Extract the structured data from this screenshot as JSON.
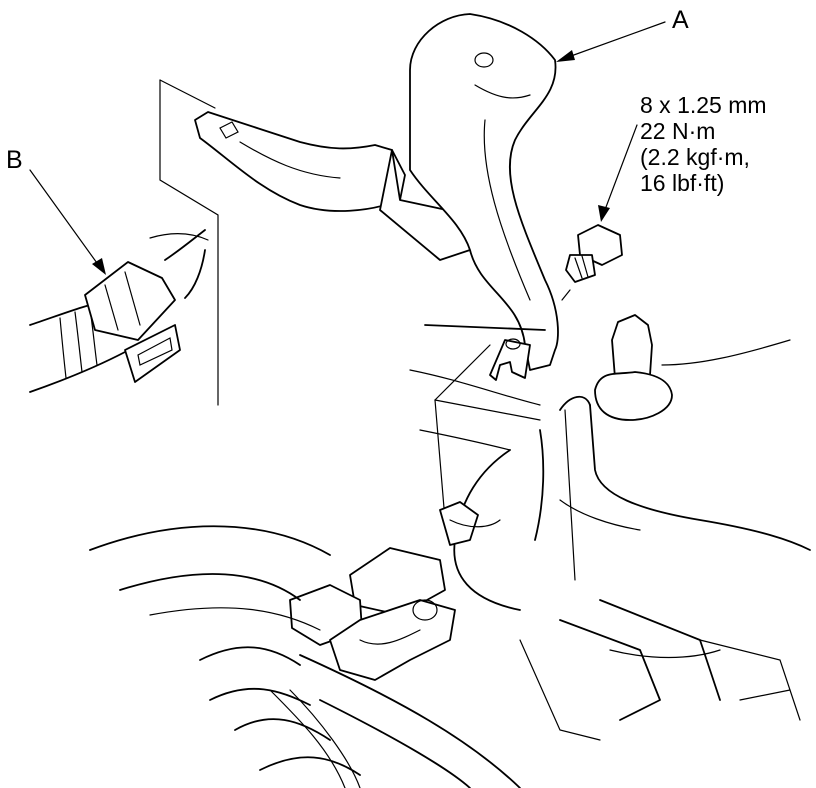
{
  "labels": {
    "a": "A",
    "b": "B"
  },
  "bolt_spec": {
    "size": "8 x 1.25 mm",
    "torque_nm": "22 N·m",
    "torque_kgfm": "(2.2 kgf·m,",
    "torque_lbfft": "16 lbf·ft)"
  },
  "colors": {
    "line": "#000000",
    "background": "#ffffff"
  }
}
